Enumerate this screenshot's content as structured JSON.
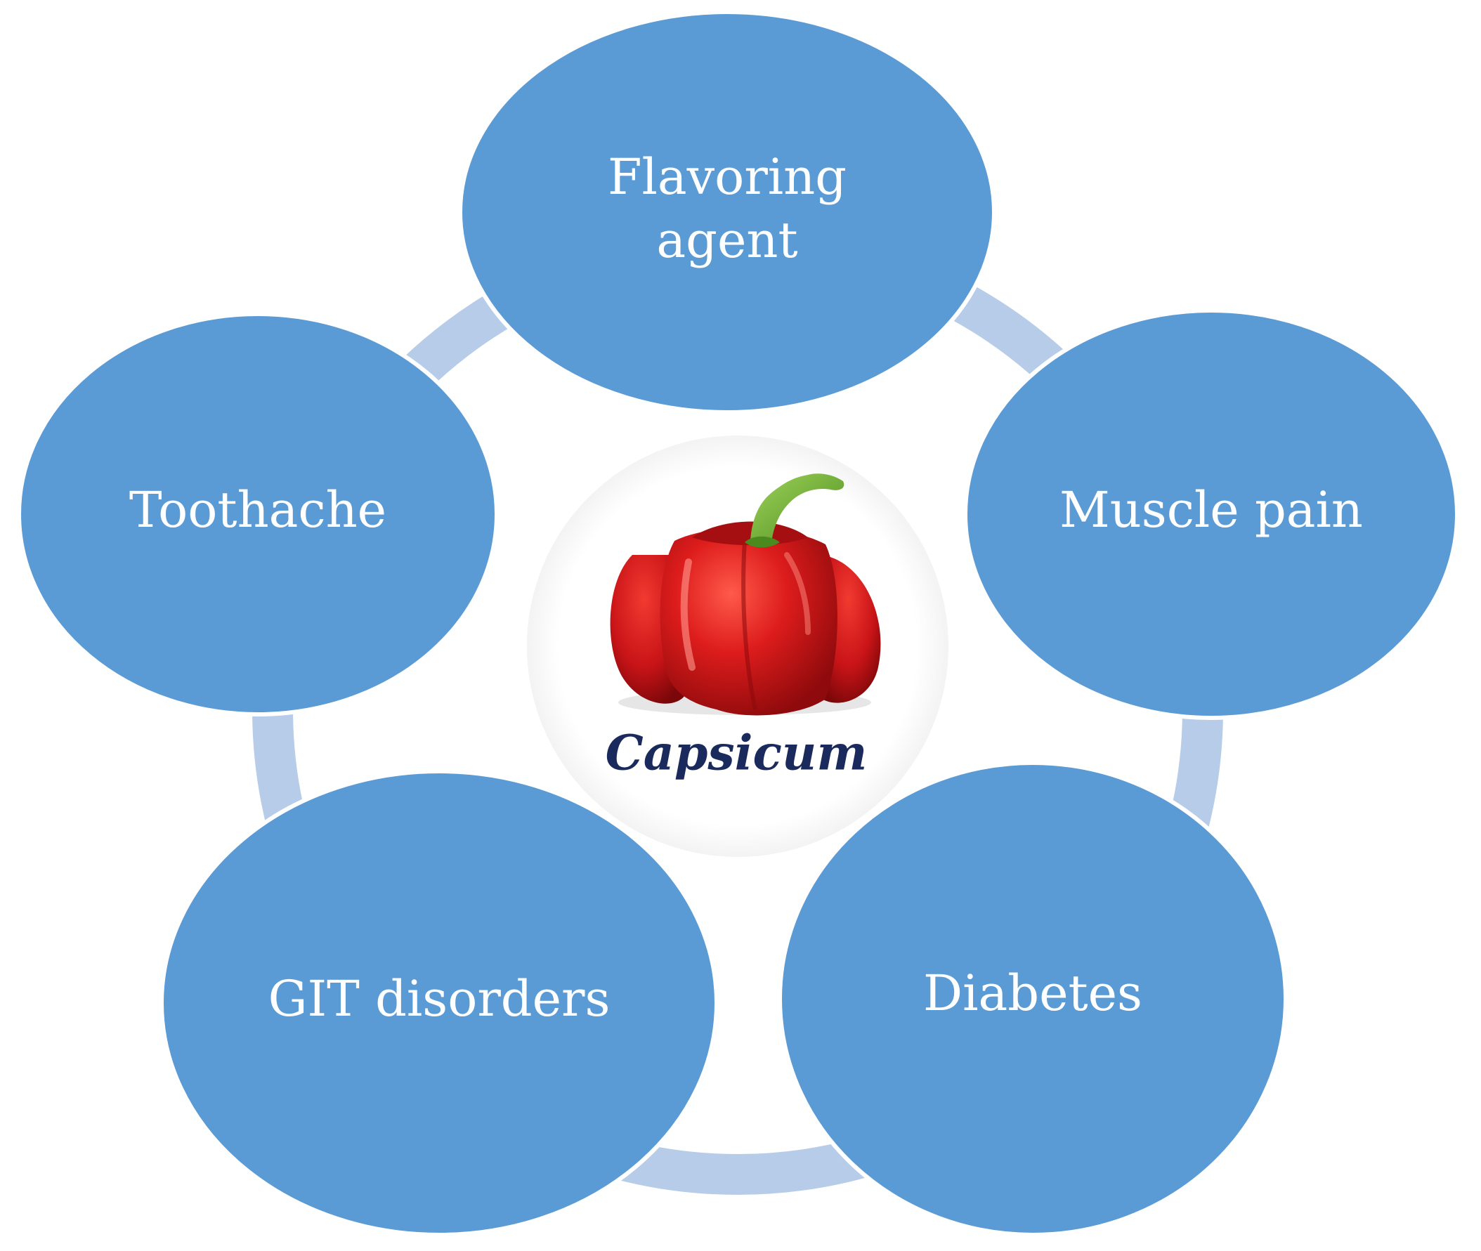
{
  "diagram": {
    "center": {
      "label": "Capsicum",
      "image": "red-bell-pepper"
    },
    "nodes": [
      {
        "id": "flavoring",
        "lines": [
          "Flavoring",
          "agent"
        ]
      },
      {
        "id": "muscle",
        "lines": [
          "Muscle pain"
        ]
      },
      {
        "id": "diabetes",
        "lines": [
          "Diabetes"
        ]
      },
      {
        "id": "git",
        "lines": [
          "GIT disorders"
        ]
      },
      {
        "id": "toothache",
        "lines": [
          "Toothache"
        ]
      }
    ],
    "colors": {
      "node_fill": "#5b9bd5",
      "node_stroke": "#ffffff",
      "ring": "#b7cce8",
      "center_text": "#1a2a5c",
      "pepper_red": "#d3171c",
      "stem_green": "#6cad2c"
    }
  }
}
